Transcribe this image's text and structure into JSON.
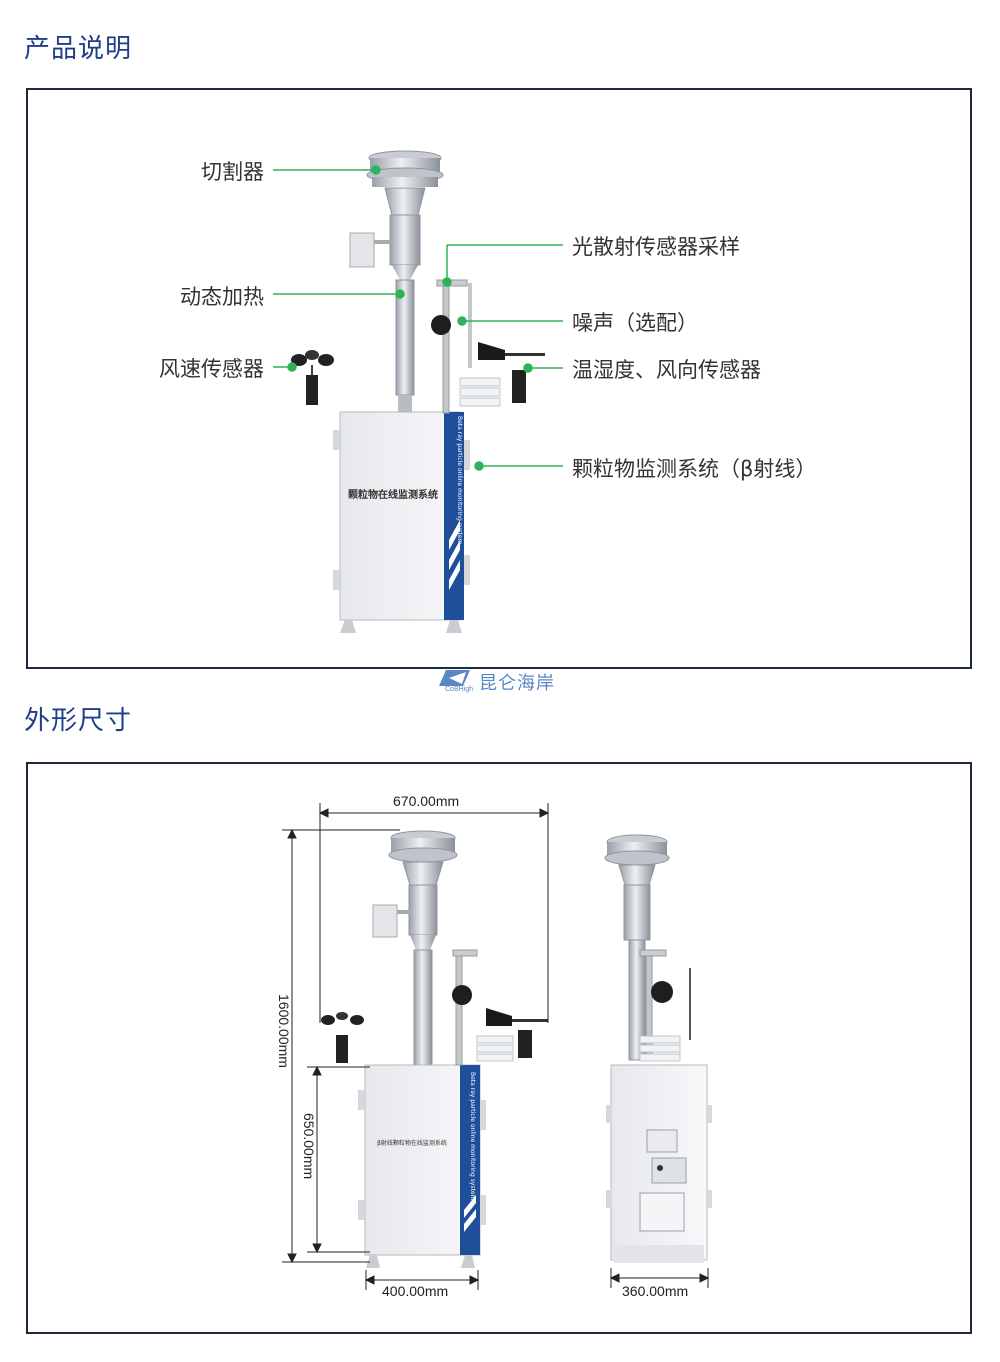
{
  "sections": {
    "product": {
      "title": "产品说明"
    },
    "dimensions": {
      "title": "外形尺寸"
    }
  },
  "callouts": {
    "cutter": "切割器",
    "dynamic_heating": "动态加热",
    "wind_speed": "风速传感器",
    "light_scatter": "光散射传感器采样",
    "noise": "噪声（选配）",
    "temp_humidity": "温湿度、风向传感器",
    "particulate": "颗粒物监测系统（β射线）"
  },
  "device": {
    "cabinet_label": "颗粒物在线监测系统",
    "stripe_text": "Beta ray particle online monitoring system",
    "small_cabinet_label": "β射线颗粒物在线监测系统"
  },
  "logo": {
    "name": "昆仑海岸",
    "sub": "CoBHigh"
  },
  "dims": {
    "width_total": "670.00mm",
    "height_total": "1600.00mm",
    "cabinet_height": "650.00mm",
    "cabinet_width": "400.00mm",
    "side_width": "360.00mm"
  },
  "colors": {
    "title": "#1e3f8a",
    "accent_green": "#2fb35a",
    "stripe_blue": "#1f4e9a",
    "frame": "#1e2b3c"
  }
}
